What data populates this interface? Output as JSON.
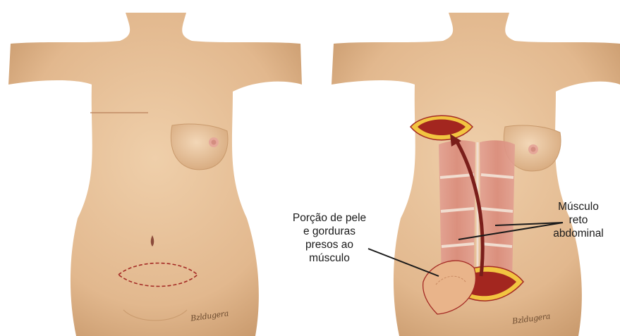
{
  "panels": [
    {
      "id": "before"
    },
    {
      "id": "after"
    }
  ],
  "labels": {
    "skin_fat": [
      "Porção de pele",
      "e gorduras",
      "presos ao",
      "músculo"
    ],
    "rectus_muscle": [
      "Músculo",
      "reto",
      "abdominal"
    ]
  },
  "signatures": {
    "left": "Bzldugera",
    "right": "Bzldugera"
  },
  "colors": {
    "skin": "#e9c39b",
    "skin_shadow": "#c99a6d",
    "incision": "#a42a24",
    "muscle": "#d98a7a",
    "flap_inner": "#a3261f",
    "fat": "#f2c541",
    "leader_line": "#1a1a1a"
  }
}
